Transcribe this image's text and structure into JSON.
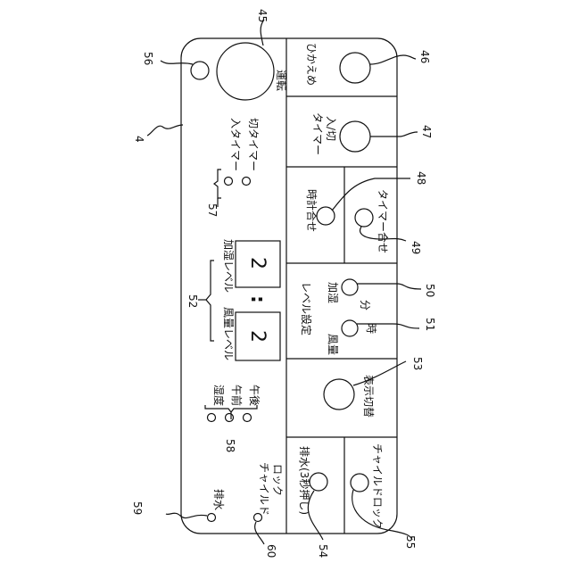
{
  "figure": {
    "refs": {
      "body": "4",
      "power_button": "45",
      "dimmer_button": "46",
      "timer_onoff_button": "47",
      "clock_set_button": "48",
      "timer_set_button": "49",
      "min_button": "50",
      "hour_button": "51",
      "level_display": "52",
      "display_switch_button": "53",
      "drain_button": "54",
      "child_lock_button": "55",
      "power_lamp": "56",
      "timer_lamps": "57",
      "display_lamps": "58",
      "drain_lamp": "59",
      "child_lock_lamp": "60"
    },
    "labels": {
      "power": "運転",
      "dimmer": "ひかえめ",
      "timer_onoff_1": "タイマー",
      "timer_onoff_2": "入/切",
      "clock_set": "時計合せ",
      "timer_set": "タイマー合せ",
      "level_setting": "レベル設定",
      "humid": "加湿",
      "minute": "分",
      "airflow": "風量",
      "hour": "時",
      "display_switch": "表示切替",
      "drain_button": "排水(3秒押し)",
      "child_lock_button": "チャイルドロック",
      "timer_on_lamp": "入タイマー",
      "timer_off_lamp": "切タイマー",
      "humid_level": "加湿レベル",
      "airflow_level": "風量レベル",
      "humidity_lamp": "湿度",
      "am_lamp": "午前",
      "pm_lamp": "午後",
      "drain_lamp": "排水",
      "child_lock_lamp_1": "チャイルド",
      "child_lock_lamp_2": "ロック"
    },
    "display": {
      "humid_value": "2",
      "separator": ":",
      "airflow_value": "2"
    }
  }
}
